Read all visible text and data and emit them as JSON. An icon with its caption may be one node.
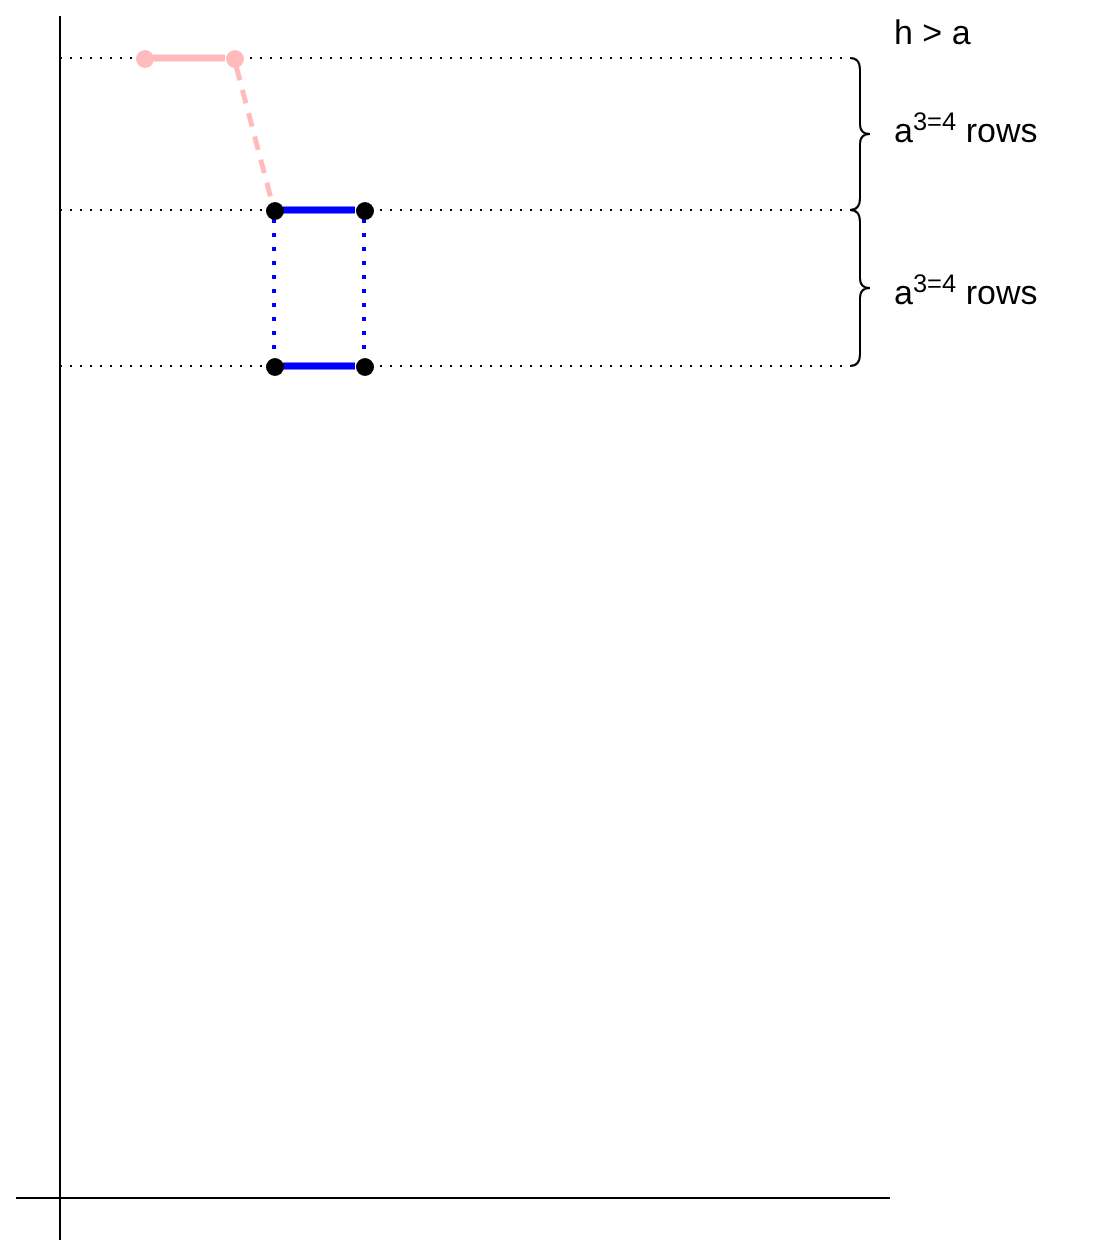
{
  "diagram": {
    "nodes": [
      {
        "text": [],
        "shape": "circle"
      },
      {
        "text": [],
        "shape": "circle"
      },
      {
        "text": [],
        "shape": "circle"
      },
      {
        "text": [],
        "shape": "circle"
      },
      {
        "text": [],
        "shape": "circle"
      },
      {
        "text": [],
        "shape": "circle"
      }
    ],
    "edges": [
      {
        "from": 0,
        "to": 1,
        "arrow": "none",
        "color": "#ffbbbb"
      },
      {
        "from": 1,
        "to": 2,
        "arrow": "none",
        "style": "dashed",
        "color": "#ffbbbb"
      },
      {
        "from": 2,
        "to": 3,
        "arrow": "none"
      },
      {
        "from": 2,
        "to": 4,
        "arrow": "none",
        "style": "dashed"
      },
      {
        "from": 3,
        "to": 5,
        "arrow": "none",
        "style": "dashed"
      },
      {
        "from": 4,
        "to": 5,
        "arrow": "none"
      }
    ],
    "labels": [
      "h > a",
      "a$^{3=4}$ rows",
      "a$^{3=4}$ rows"
    ]
  }
}
